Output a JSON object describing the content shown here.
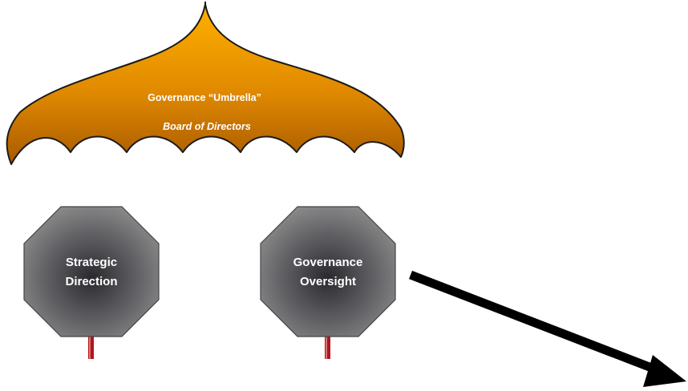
{
  "umbrella": {
    "title": "Governance “Umbrella”",
    "subtitle": "Board of Directors",
    "fill_light": "#ffb000",
    "fill_dark": "#a85a00"
  },
  "octagons": [
    {
      "line1": "Strategic",
      "line2": "Direction"
    },
    {
      "line1": "Governance",
      "line2": "Oversight"
    }
  ],
  "colors": {
    "octagon_center": "#2a2a2e",
    "octagon_edge": "#8c8c8c",
    "post": "#b3151a",
    "arrow": "#000000"
  }
}
